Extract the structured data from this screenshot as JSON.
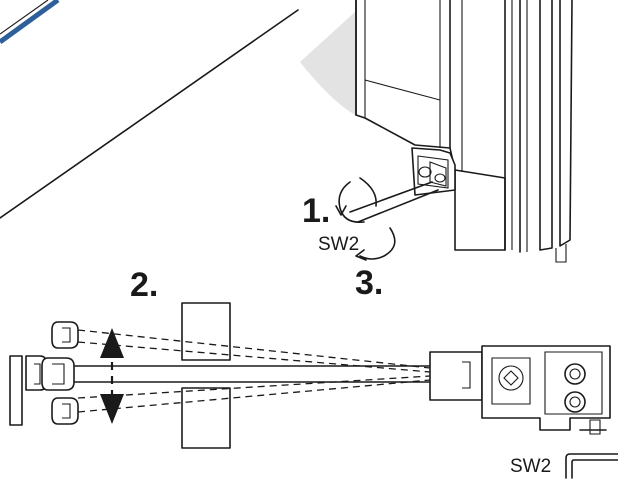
{
  "labels": {
    "step1": "1.",
    "step2": "2.",
    "step3": "3.",
    "tool_top": "SW2",
    "tool_bottom": "SW2"
  },
  "colors": {
    "ink": "#1a1a1a",
    "shade": "#e3e3e3",
    "accent_blue": "#2f5f9a"
  }
}
